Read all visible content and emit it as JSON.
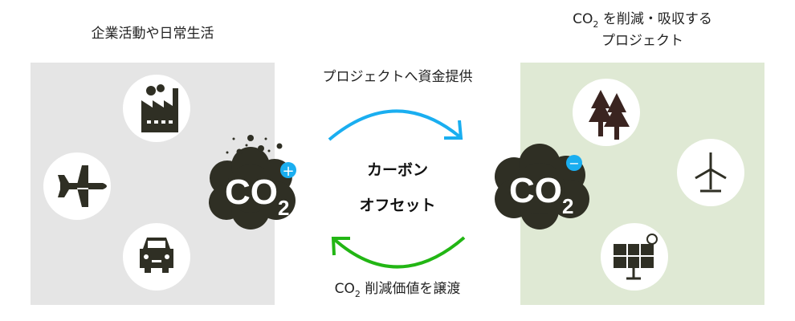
{
  "left_title": "企業活動や日常生活",
  "right_title": {
    "co": "CO",
    "sub": "2",
    "rest": " を削減・吸収する",
    "line2": "プロジェクト"
  },
  "top_arrow_label": "プロジェクトへ資金提供",
  "bottom_arrow_label": {
    "co": "CO",
    "sub": "2",
    "rest": " 削減価値を譲渡"
  },
  "center": {
    "line1": "カーボン",
    "line2": "オフセット"
  },
  "cloud": {
    "co": "CO",
    "sub": "2",
    "plus": "+",
    "minus": "−"
  },
  "colors": {
    "left_panel": "#e5e5e5",
    "right_panel": "#dfe9d4",
    "cloud": "#2f2f24",
    "blue": "#1aaef0",
    "green": "#22b614"
  }
}
